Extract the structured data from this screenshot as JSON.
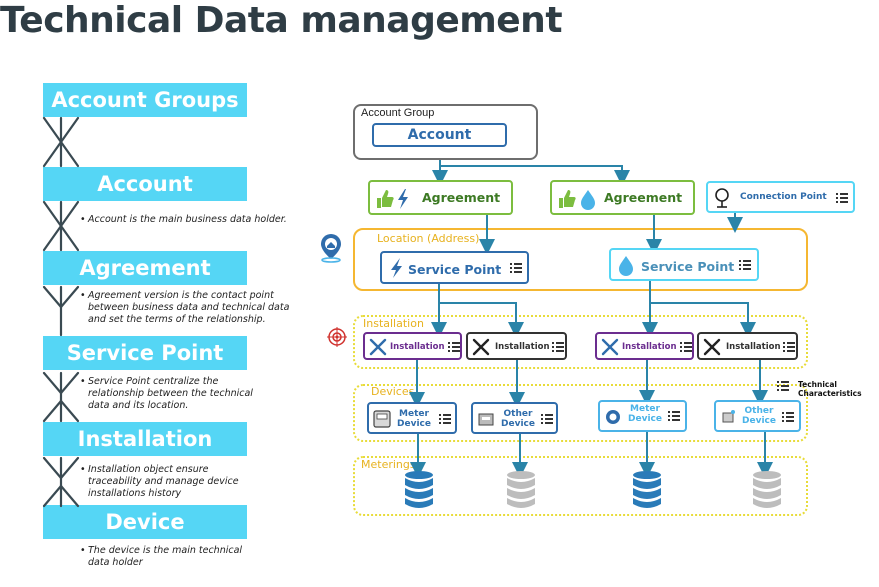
{
  "title": "Technical Data management",
  "levels": [
    {
      "label": "Account Groups"
    },
    {
      "label": "Account",
      "note": "Account is the main business data holder."
    },
    {
      "label": "Agreement",
      "note": "Agreement version is the contact point between business data and technical data and set the terms of the relationship."
    },
    {
      "label": "Service Point",
      "note": "Service Point centralize the relationship between the technical data and its location."
    },
    {
      "label": "Installation",
      "note": "Installation object ensure traceability and manage device installations history"
    },
    {
      "label": "Device",
      "note": "The device is the main technical data holder"
    }
  ],
  "diagram": {
    "account_group_label": "Account Group",
    "account_label": "Account",
    "agreement_electric_label": "Agreement",
    "agreement_water_label": "Agreement",
    "connection_point_label": "Connection Point",
    "location_label": "Location (Address)",
    "service_point_electric_label": "Service Point",
    "service_point_water_label": "Service Point",
    "installation_zone_label": "Installation",
    "installation_labels": [
      "Installation",
      "Installation",
      "Installation",
      "Installation"
    ],
    "devices_zone_label": "Devices",
    "device_labels": [
      [
        "Meter",
        "Device"
      ],
      [
        "Other",
        "Device"
      ],
      [
        "Meter",
        "Device"
      ],
      [
        "Other",
        "Device"
      ]
    ],
    "meterings_zone_label": "Meterings",
    "technical_characteristics_label": [
      "Technical",
      "Characteristics"
    ]
  },
  "colors": {
    "cyan": "#55d6f5",
    "navy": "#2f6cab",
    "green": "#7cbd3f",
    "orange": "#f5b731",
    "purple": "#6b2d8f",
    "dark": "#333333",
    "light_blue": "#4ab3e8",
    "db_blue": "#2a7bb8",
    "db_grey": "#bdbdbd"
  }
}
